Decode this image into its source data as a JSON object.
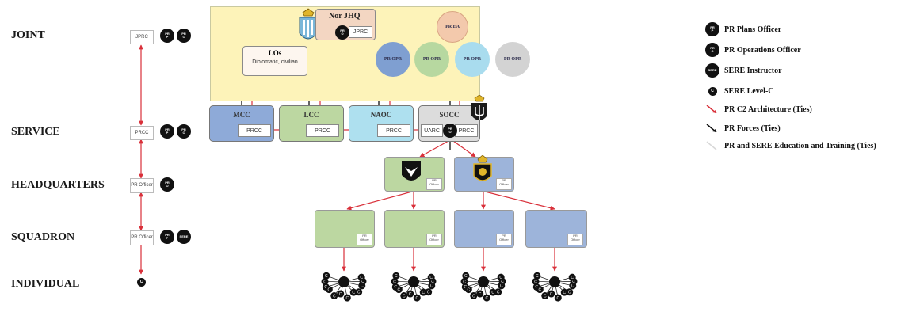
{
  "levels": [
    "JOINT",
    "SERVICE",
    "HEADQUARTERS",
    "SQUADRON",
    "INDIVIDUAL"
  ],
  "left_boxes": {
    "joint": "JPRC",
    "service": "PRCC",
    "hq": "PR Officer",
    "squadron": "PR Officer"
  },
  "badge_pr": "PR",
  "badge_p": "P",
  "badge_o": "O",
  "badge_c": "C",
  "badge_sere": "SERE",
  "top": {
    "nor_jhq": "Nor JHQ",
    "jprc": "JPRC",
    "los_title": "LOs",
    "los_sub": "Diplomatic, civilian",
    "pr_ea": "PR EA",
    "pr_opr": "PR OPR"
  },
  "components": [
    {
      "name": "MCC",
      "cell": "PRCC"
    },
    {
      "name": "LCC",
      "cell": "PRCC"
    },
    {
      "name": "NAOC",
      "cell": "PRCC"
    },
    {
      "name": "SOCC",
      "cell": "UARC",
      "cell2": "PRCC"
    }
  ],
  "pr_officer": "PR Officer",
  "legend": [
    {
      "icon": "pr-plans-officer-icon",
      "label": "PR Plans Officer"
    },
    {
      "icon": "pr-operations-officer-icon",
      "label": "PR Operations Officer"
    },
    {
      "icon": "sere-instructor-icon",
      "label": "SERE Instructor"
    },
    {
      "icon": "sere-level-c-icon",
      "label": "SERE Level-C"
    },
    {
      "icon": "red-arrow-icon",
      "label": "PR C2 Architecture (Ties)"
    },
    {
      "icon": "black-arrow-icon",
      "label": "PR Forces (Ties)"
    },
    {
      "icon": "grey-line-icon",
      "label": "PR and SERE Education and Training (Ties)"
    }
  ],
  "colors": {
    "red": "#d9303a",
    "green": "#bcd7a1",
    "blue": "#9db4da",
    "lightblue": "#aee0ef",
    "yellow": "#fdf3b9"
  }
}
